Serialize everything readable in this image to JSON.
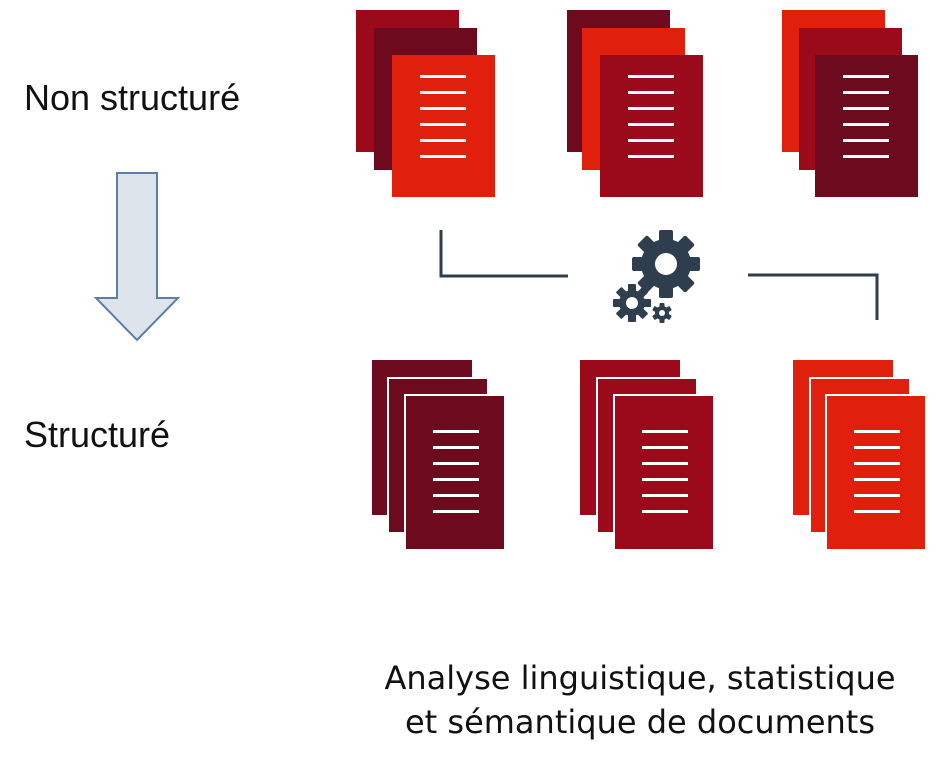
{
  "labels": {
    "unstructured": "Non structuré",
    "structured": "Structuré"
  },
  "caption": {
    "line1": "Analyse linguistique, statistique",
    "line2": "et sémantique de documents"
  },
  "colors": {
    "bright_red": "#e0200c",
    "crimson": "#9a0a1a",
    "dark_maroon": "#6e0a1e",
    "connector": "#2e3e4e",
    "gear": "#2e3e4e",
    "arrow_fill": "#dde4ec",
    "arrow_stroke": "#5b7fa6"
  },
  "icons": {
    "process": "gears-icon",
    "direction": "down-arrow-icon"
  }
}
